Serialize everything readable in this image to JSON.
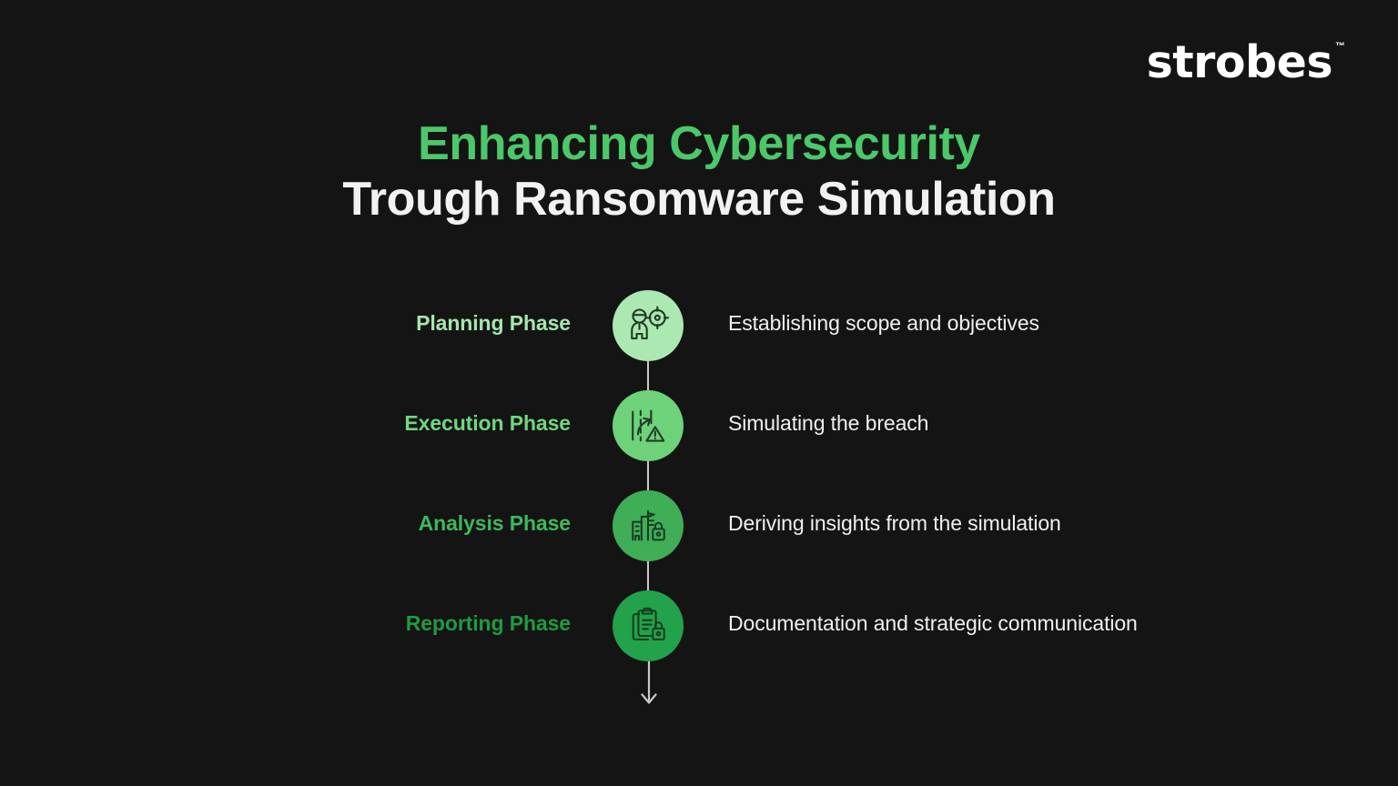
{
  "background_color": "#141414",
  "brand": {
    "name": "strobes",
    "trademark": "TM",
    "color": "#FFFFFF"
  },
  "title": {
    "line1": "Enhancing Cybersecurity",
    "line1_color": "#4BC86A",
    "line2": "Trough Ransomware Simulation",
    "line2_color": "#F2F2F2"
  },
  "timeline": {
    "connector_color": "#C9C9C9",
    "steps": [
      {
        "label": "Planning Phase",
        "label_color": "#A5E6AD",
        "description": "Establishing scope and objectives",
        "icon": "person-target-icon",
        "circle_color": "#ACE8B2",
        "icon_color": "#1E3C24"
      },
      {
        "label": "Execution Phase",
        "label_color": "#6FD77F",
        "description": "Simulating the breach",
        "icon": "path-warning-icon",
        "circle_color": "#6ED27B",
        "icon_color": "#1E3C24"
      },
      {
        "label": "Analysis Phase",
        "label_color": "#3FB75C",
        "description": "Deriving insights from the simulation",
        "icon": "buildings-lock-icon",
        "circle_color": "#3FAE56",
        "icon_color": "#1A3A22"
      },
      {
        "label": "Reporting Phase",
        "label_color": "#1F9B42",
        "description": "Documentation and strategic communication",
        "icon": "clipboard-lock-icon",
        "circle_color": "#22A24A",
        "icon_color": "#143C1E"
      }
    ],
    "end_arrow": "arrow-down-icon"
  }
}
